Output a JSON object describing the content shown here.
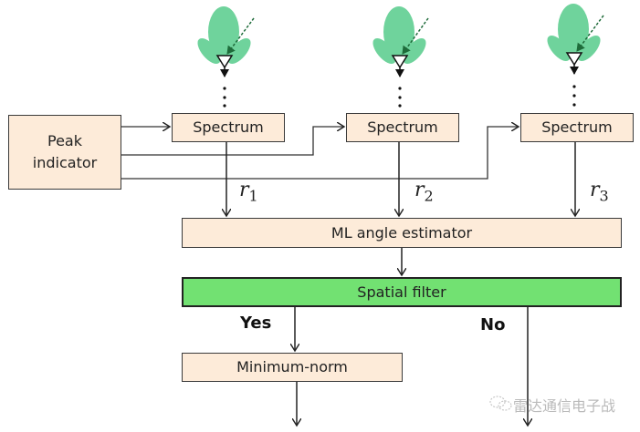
{
  "diagram": {
    "antennas": [
      {
        "id": "antenna-1"
      },
      {
        "id": "antenna-2"
      },
      {
        "id": "antenna-3"
      }
    ],
    "peak_indicator": {
      "line1": "Peak",
      "line2": "indicator"
    },
    "spectrum_boxes": [
      {
        "label": "Spectrum"
      },
      {
        "label": "Spectrum"
      },
      {
        "label": "Spectrum"
      }
    ],
    "outputs": [
      {
        "symbol": "r",
        "sub": "1"
      },
      {
        "symbol": "r",
        "sub": "2"
      },
      {
        "symbol": "r",
        "sub": "3"
      }
    ],
    "ml_estimator": {
      "label": "ML angle estimator"
    },
    "spatial_filter": {
      "label": "Spatial filter"
    },
    "branch_yes": "Yes",
    "branch_no": "No",
    "minimum_norm": {
      "label": "Minimum-norm"
    },
    "watermark": "雷达通信电子战",
    "colors": {
      "box_fill": "#fdebd9",
      "filter_fill": "#72e172",
      "beam": "#6fd39c",
      "arrow_green": "#1e6b3a"
    }
  }
}
